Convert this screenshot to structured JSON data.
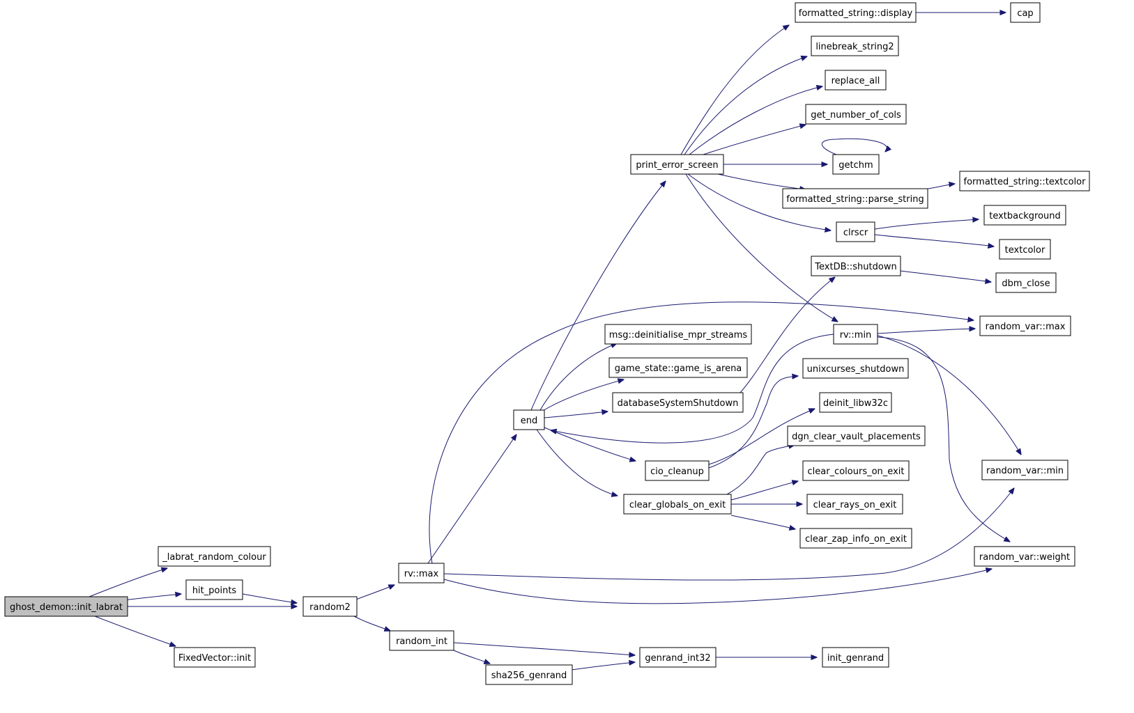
{
  "graph": {
    "root": "ghost_demon::init_labrat",
    "nodes": [
      {
        "id": "ghost",
        "label": "ghost_demon::init_labrat",
        "root": true
      },
      {
        "id": "labrat_colour",
        "label": "_labrat_random_colour"
      },
      {
        "id": "hit_points",
        "label": "hit_points"
      },
      {
        "id": "random2",
        "label": "random2"
      },
      {
        "id": "fv_init",
        "label": "FixedVector::init"
      },
      {
        "id": "rv_max",
        "label": "rv::max"
      },
      {
        "id": "random_int",
        "label": "random_int"
      },
      {
        "id": "sha256",
        "label": "sha256_genrand"
      },
      {
        "id": "genrand32",
        "label": "genrand_int32"
      },
      {
        "id": "init_genrand",
        "label": "init_genrand"
      },
      {
        "id": "end",
        "label": "end"
      },
      {
        "id": "pes",
        "label": "print_error_screen"
      },
      {
        "id": "msg_deinit",
        "label": "msg::deinitialise_mpr_streams"
      },
      {
        "id": "gs_arena",
        "label": "game_state::game_is_arena"
      },
      {
        "id": "dbs_shutdown",
        "label": "databaseSystemShutdown"
      },
      {
        "id": "cio_cleanup",
        "label": "cio_cleanup"
      },
      {
        "id": "clear_globals",
        "label": "clear_globals_on_exit"
      },
      {
        "id": "fs_display",
        "label": "formatted_string::display"
      },
      {
        "id": "linebreak",
        "label": "linebreak_string2"
      },
      {
        "id": "replace_all",
        "label": "replace_all"
      },
      {
        "id": "get_cols",
        "label": "get_number_of_cols"
      },
      {
        "id": "getchm",
        "label": "getchm"
      },
      {
        "id": "fs_parse",
        "label": "formatted_string::parse_string"
      },
      {
        "id": "clrscr",
        "label": "clrscr"
      },
      {
        "id": "textdb_shutdown",
        "label": "TextDB::shutdown"
      },
      {
        "id": "rv_min",
        "label": "rv::min"
      },
      {
        "id": "unix_shutdown",
        "label": "unixcurses_shutdown"
      },
      {
        "id": "deinit_w32",
        "label": "deinit_libw32c"
      },
      {
        "id": "dgn_clear",
        "label": "dgn_clear_vault_placements"
      },
      {
        "id": "clear_colours",
        "label": "clear_colours_on_exit"
      },
      {
        "id": "clear_rays",
        "label": "clear_rays_on_exit"
      },
      {
        "id": "clear_zap",
        "label": "clear_zap_info_on_exit"
      },
      {
        "id": "cap",
        "label": "cap"
      },
      {
        "id": "fs_textcolor",
        "label": "formatted_string::textcolor"
      },
      {
        "id": "textbackground",
        "label": "textbackground"
      },
      {
        "id": "textcolor",
        "label": "textcolor"
      },
      {
        "id": "dbm_close",
        "label": "dbm_close"
      },
      {
        "id": "rvar_max",
        "label": "random_var::max"
      },
      {
        "id": "rvar_min",
        "label": "random_var::min"
      },
      {
        "id": "rvar_weight",
        "label": "random_var::weight"
      }
    ],
    "edges": [
      [
        "ghost",
        "labrat_colour"
      ],
      [
        "ghost",
        "hit_points"
      ],
      [
        "ghost",
        "random2"
      ],
      [
        "ghost",
        "fv_init"
      ],
      [
        "hit_points",
        "random2"
      ],
      [
        "random2",
        "rv_max"
      ],
      [
        "random2",
        "random_int"
      ],
      [
        "random_int",
        "genrand32"
      ],
      [
        "random_int",
        "sha256"
      ],
      [
        "sha256",
        "genrand32"
      ],
      [
        "genrand32",
        "init_genrand"
      ],
      [
        "rv_max",
        "end"
      ],
      [
        "rv_max",
        "rvar_max"
      ],
      [
        "rv_max",
        "rvar_min"
      ],
      [
        "rv_max",
        "rvar_weight"
      ],
      [
        "end",
        "pes"
      ],
      [
        "end",
        "msg_deinit"
      ],
      [
        "end",
        "gs_arena"
      ],
      [
        "end",
        "dbs_shutdown"
      ],
      [
        "end",
        "cio_cleanup"
      ],
      [
        "end",
        "clear_globals"
      ],
      [
        "pes",
        "fs_display"
      ],
      [
        "pes",
        "linebreak"
      ],
      [
        "pes",
        "replace_all"
      ],
      [
        "pes",
        "get_cols"
      ],
      [
        "pes",
        "getchm"
      ],
      [
        "pes",
        "fs_parse"
      ],
      [
        "pes",
        "clrscr"
      ],
      [
        "pes",
        "rv_min"
      ],
      [
        "fs_display",
        "cap"
      ],
      [
        "getchm",
        "getchm"
      ],
      [
        "fs_parse",
        "fs_textcolor"
      ],
      [
        "clrscr",
        "textbackground"
      ],
      [
        "clrscr",
        "textcolor"
      ],
      [
        "dbs_shutdown",
        "textdb_shutdown"
      ],
      [
        "textdb_shutdown",
        "dbm_close"
      ],
      [
        "rv_min",
        "rvar_max"
      ],
      [
        "rv_min",
        "rvar_min"
      ],
      [
        "rv_min",
        "rvar_weight"
      ],
      [
        "rv_min",
        "end"
      ],
      [
        "cio_cleanup",
        "end"
      ],
      [
        "cio_cleanup",
        "unix_shutdown"
      ],
      [
        "cio_cleanup",
        "deinit_w32"
      ],
      [
        "clear_globals",
        "dgn_clear"
      ],
      [
        "clear_globals",
        "clear_colours"
      ],
      [
        "clear_globals",
        "clear_rays"
      ],
      [
        "clear_globals",
        "clear_zap"
      ]
    ]
  },
  "colors": {
    "edge": "#191970",
    "root_fill": "#bfbfbf",
    "node_fill": "#ffffff"
  }
}
